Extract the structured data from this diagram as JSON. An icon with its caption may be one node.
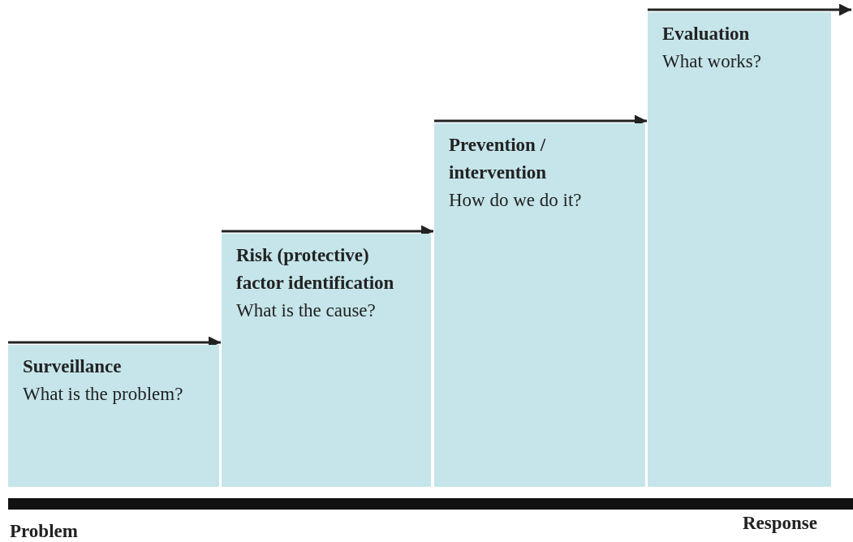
{
  "diagram": {
    "nodes": [
      {
        "text": [
          "Surveillance",
          "What is the problem?"
        ]
      },
      {
        "text": [
          "Risk (protective) factor identification",
          "What is the cause?"
        ]
      },
      {
        "text": [
          "Prevention / intervention",
          "How do we do it?"
        ]
      },
      {
        "text": [
          "Evaluation",
          "What works?"
        ]
      },
      {
        "text": [],
        "shape": "bar"
      }
    ],
    "edges": [
      {
        "from": 0,
        "to": 1,
        "arrow": "to"
      },
      {
        "from": 1,
        "to": 2,
        "arrow": "to"
      },
      {
        "from": 2,
        "to": 3,
        "arrow": "to"
      },
      {
        "from": 3,
        "to": null,
        "arrow": "to"
      }
    ],
    "labels": [
      "Problem",
      "Response"
    ]
  }
}
